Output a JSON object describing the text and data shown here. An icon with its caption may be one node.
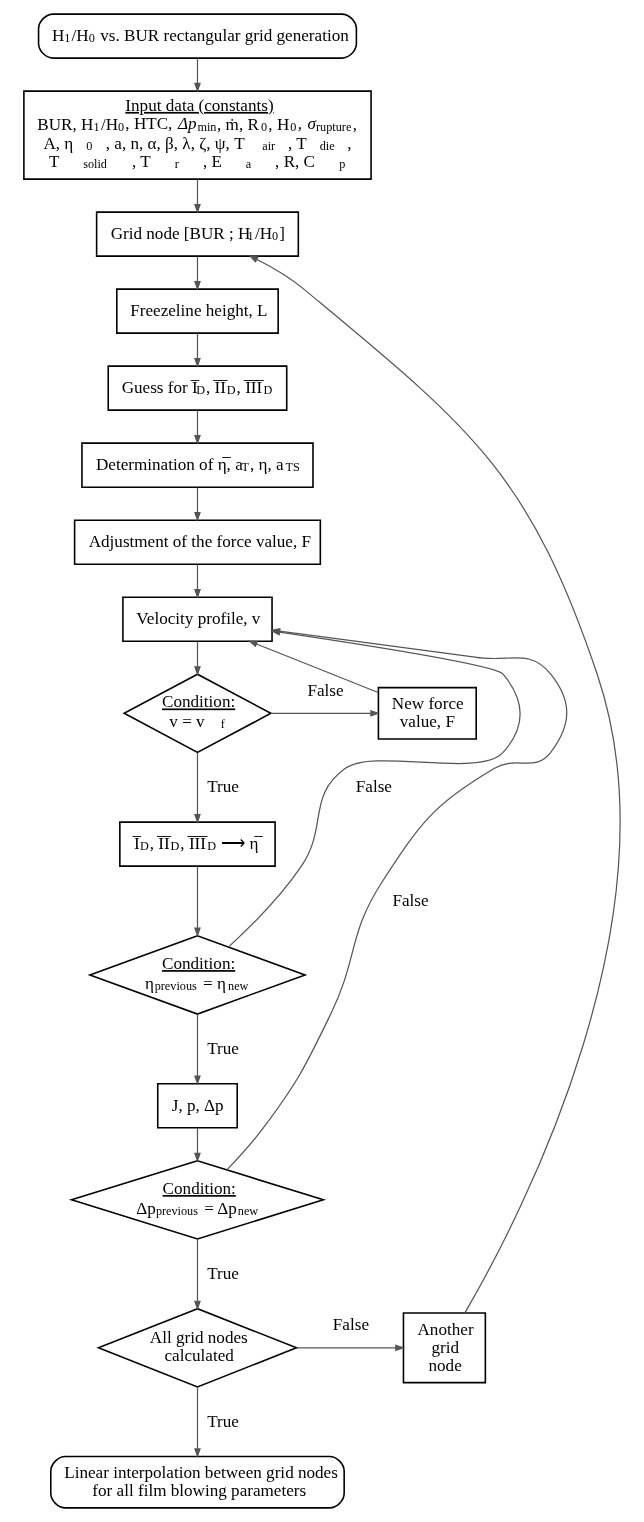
{
  "diagram": {
    "nodes": [
      {
        "text": [
          "H$_{1}$/H$_{0}$ vs. BUR rectangular grid generation"
        ]
      },
      {
        "text": [
          "Input data (constants)",
          "BUR, H$_{1}$/H$_{0}$, HTC, *Δp*$_{min}$, ṁ, R$_{0}$, H$_{0}$, *σ*$_{rupture}$, A, η$_{0}$, a, n, α, β, λ, ζ, ψ, T$_{air}$, T$_{die}$, T$_{solid}$, T$_{r}$, E$_{a}$, R, C$_{p}$"
        ]
      },
      {
        "text": [
          "Grid node [BUR ; H$_{1}$/H$_{0}$]"
        ]
      },
      {
        "text": [
          "Freezeline height, L"
        ]
      },
      {
        "text": [
          "Guess for I̅$_{D}$, I̅I̅$_{D}$, I̅I̅I̅$_{D}$"
        ]
      },
      {
        "text": [
          "Determination of η̅, a$_{T}$, η, a$_{TS}$"
        ]
      },
      {
        "text": [
          "Adjustment of the force value, F"
        ]
      },
      {
        "text": [
          "Velocity profile, v"
        ]
      },
      {
        "text": [
          "Condition:",
          "v = v$_{f}$"
        ]
      },
      {
        "text": [
          "New force value, F"
        ]
      },
      {
        "text": [
          "I̅$_{D}$, I̅I̅$_{D}$, I̅I̅I̅$_{D}$ ⟶ η̅"
        ]
      },
      {
        "text": [
          "Condition:",
          "η$_{previous}$ = η$_{new}$"
        ]
      },
      {
        "text": [
          "J, p, Δp"
        ]
      },
      {
        "text": [
          "Condition:",
          "Δp$_{previous}$ = Δp$_{new}$"
        ]
      },
      {
        "text": [
          "All grid nodes calculated"
        ]
      },
      {
        "text": [
          "Another grid node"
        ]
      },
      {
        "text": [
          "Linear interpolation between grid nodes for all film blowing parameters"
        ]
      }
    ],
    "edges": [
      {
        "from": 0,
        "to": 1,
        "arrow": "to"
      },
      {
        "from": 1,
        "to": 2,
        "arrow": "to"
      },
      {
        "from": 2,
        "to": 3,
        "arrow": "to"
      },
      {
        "from": 3,
        "to": 4,
        "arrow": "to"
      },
      {
        "from": 4,
        "to": 5,
        "arrow": "to"
      },
      {
        "from": 5,
        "to": 6,
        "arrow": "to"
      },
      {
        "from": 6,
        "to": 7,
        "arrow": "to"
      },
      {
        "from": 7,
        "to": 8,
        "arrow": "to"
      },
      {
        "from": 8,
        "to": 9,
        "arrow": "to",
        "label": "False"
      },
      {
        "from": 9,
        "to": 7,
        "arrow": "to"
      },
      {
        "from": 8,
        "to": 10,
        "arrow": "to",
        "label": "True"
      },
      {
        "from": 10,
        "to": 11,
        "arrow": "to"
      },
      {
        "from": 11,
        "to": 7,
        "arrow": "to",
        "label": "False"
      },
      {
        "from": 11,
        "to": 12,
        "arrow": "to",
        "label": "True"
      },
      {
        "from": 12,
        "to": 13,
        "arrow": "to"
      },
      {
        "from": 13,
        "to": 7,
        "arrow": "to",
        "label": "False"
      },
      {
        "from": 13,
        "to": 14,
        "arrow": "to",
        "label": "True"
      },
      {
        "from": 14,
        "to": 15,
        "arrow": "to",
        "label": "False"
      },
      {
        "from": 15,
        "to": 2,
        "arrow": "to"
      },
      {
        "from": 14,
        "to": 16,
        "arrow": "to",
        "label": "True"
      }
    ]
  }
}
